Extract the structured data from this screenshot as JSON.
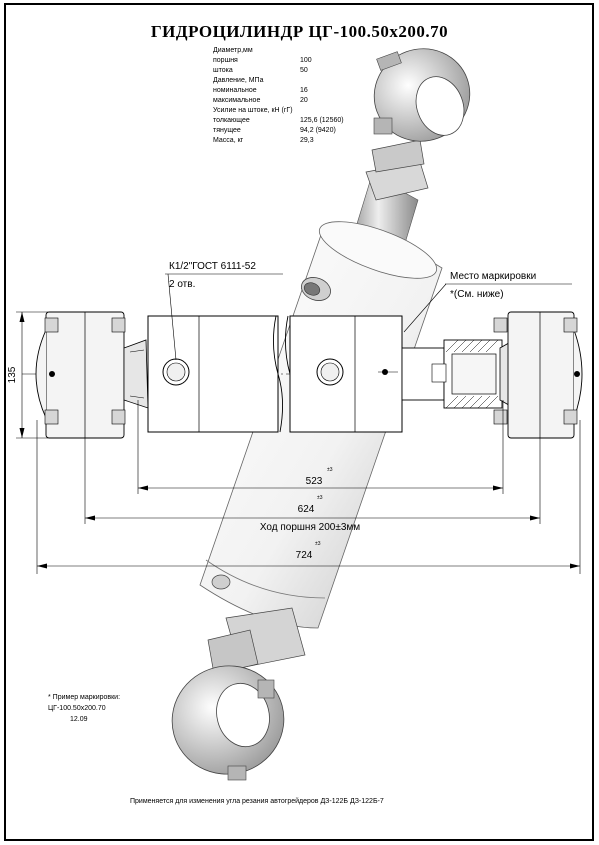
{
  "title": "ГИДРОЦИЛИНДР ЦГ-100.50х200.70",
  "specs": [
    {
      "label": "Диаметр,мм",
      "value": ""
    },
    {
      "label": "поршня",
      "value": "100"
    },
    {
      "label": "штока",
      "value": "50"
    },
    {
      "label": "Давление, МПа",
      "value": ""
    },
    {
      "label": "номинальное",
      "value": "16"
    },
    {
      "label": "максимальное",
      "value": "20"
    },
    {
      "label": "Усилие на штоке, кН (гГ)",
      "value": ""
    },
    {
      "label": "толкающее",
      "value": "125,6 (12560)"
    },
    {
      "label": "тянущее",
      "value": "94,2 (9420)"
    },
    {
      "label": "Масса, кг",
      "value": "29,3"
    }
  ],
  "callouts": {
    "port_thread": "К1/2\"ГОСТ 6111-52",
    "port_holes": "2 отв.",
    "marking_place": "Место маркировки",
    "marking_ref": "*(См. ниже)"
  },
  "dimensions": {
    "height_135": "135",
    "d523": "523",
    "d624": "624",
    "stroke": "Ход поршня 200±3мм",
    "d724": "724",
    "tol": "±3"
  },
  "marking_example": {
    "heading": "* Пример маркировки:",
    "line1": "ЦГ-100.50х200.70",
    "line2": "12.09"
  },
  "footer": "Применяется для изменения угла резания автогрейдеров ДЗ-122Б  ДЗ-122Б-7"
}
